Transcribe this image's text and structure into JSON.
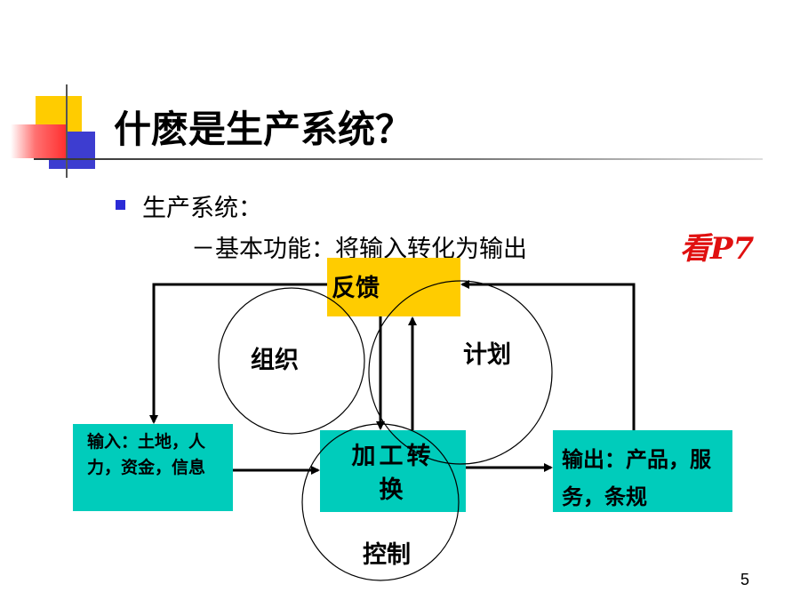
{
  "title": "什麽是生产系统？",
  "bullets": {
    "level1": "生产系统：",
    "level2": "－基本功能：将输入转化为输出"
  },
  "note": "看P7",
  "feedback": "反馈",
  "circles": {
    "organize": "组织",
    "plan": "计划",
    "control": "控制"
  },
  "boxes": {
    "input": "输入：土地，人力，资金，信息",
    "process": "加工转换",
    "output": "输出：产品，服务，条规"
  },
  "page_number": "5",
  "colors": {
    "feedback_fill": "#ffcc00",
    "box_fill": "#00ccbb",
    "bullet": "#2b2bd6",
    "note": "#e01010"
  }
}
